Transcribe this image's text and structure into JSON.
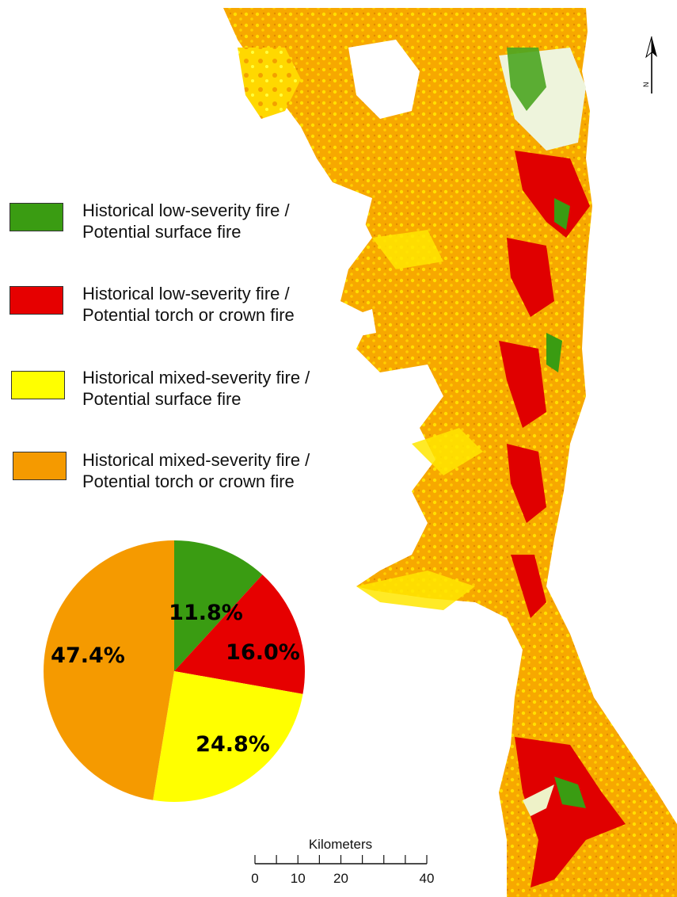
{
  "legend": {
    "items": [
      {
        "line1": "Historical low-severity fire /",
        "line2": "Potential surface fire",
        "color": "#3a9c12"
      },
      {
        "line1": "Historical low-severity fire /",
        "line2": "Potential torch or crown fire",
        "color": "#e60000"
      },
      {
        "line1": "Historical mixed-severity fire /",
        "line2": "Potential surface fire",
        "color": "#ffff00"
      },
      {
        "line1": "Historical mixed-severity fire /",
        "line2": "Potential torch or crown fire",
        "color": "#f59a00"
      }
    ]
  },
  "pie": {
    "slices": [
      {
        "label": "11.8%",
        "value": 11.8,
        "color": "#3a9c12"
      },
      {
        "label": "16.0%",
        "value": 16.0,
        "color": "#e60000"
      },
      {
        "label": "24.8%",
        "value": 24.8,
        "color": "#ffff00"
      },
      {
        "label": "47.4%",
        "value": 47.4,
        "color": "#f59a00"
      }
    ]
  },
  "scale_bar": {
    "title": "Kilometers",
    "tick_labels": [
      "0",
      "10",
      "20",
      "40"
    ],
    "tick_values": [
      0,
      10,
      20,
      40
    ]
  },
  "north_arrow": {
    "label": "N"
  }
}
